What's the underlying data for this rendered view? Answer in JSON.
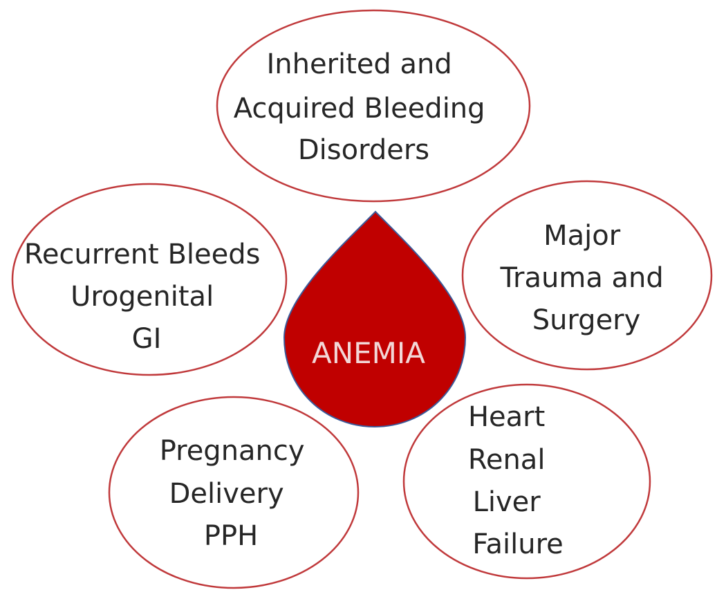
{
  "diagram": {
    "center_label": "ANEMIA",
    "causes": [
      {
        "lines": [
          "Inherited and",
          "Acquired Bleeding",
          "Disorders"
        ]
      },
      {
        "lines": [
          "Recurrent Bleeds",
          "Urogenital",
          "GI"
        ]
      },
      {
        "lines": [
          "Major",
          "Trauma and",
          "Surgery"
        ]
      },
      {
        "lines": [
          "Pregnancy",
          "Delivery",
          "PPH"
        ]
      },
      {
        "lines": [
          "Heart",
          "Renal",
          "Liver",
          "Failure"
        ]
      }
    ]
  },
  "colors": {
    "drop_fill": "#c00000",
    "drop_outline": "#3b5a9a",
    "ellipse_stroke": "#c0393b",
    "center_text": "#f2d7d7",
    "cause_text": "#262626"
  }
}
